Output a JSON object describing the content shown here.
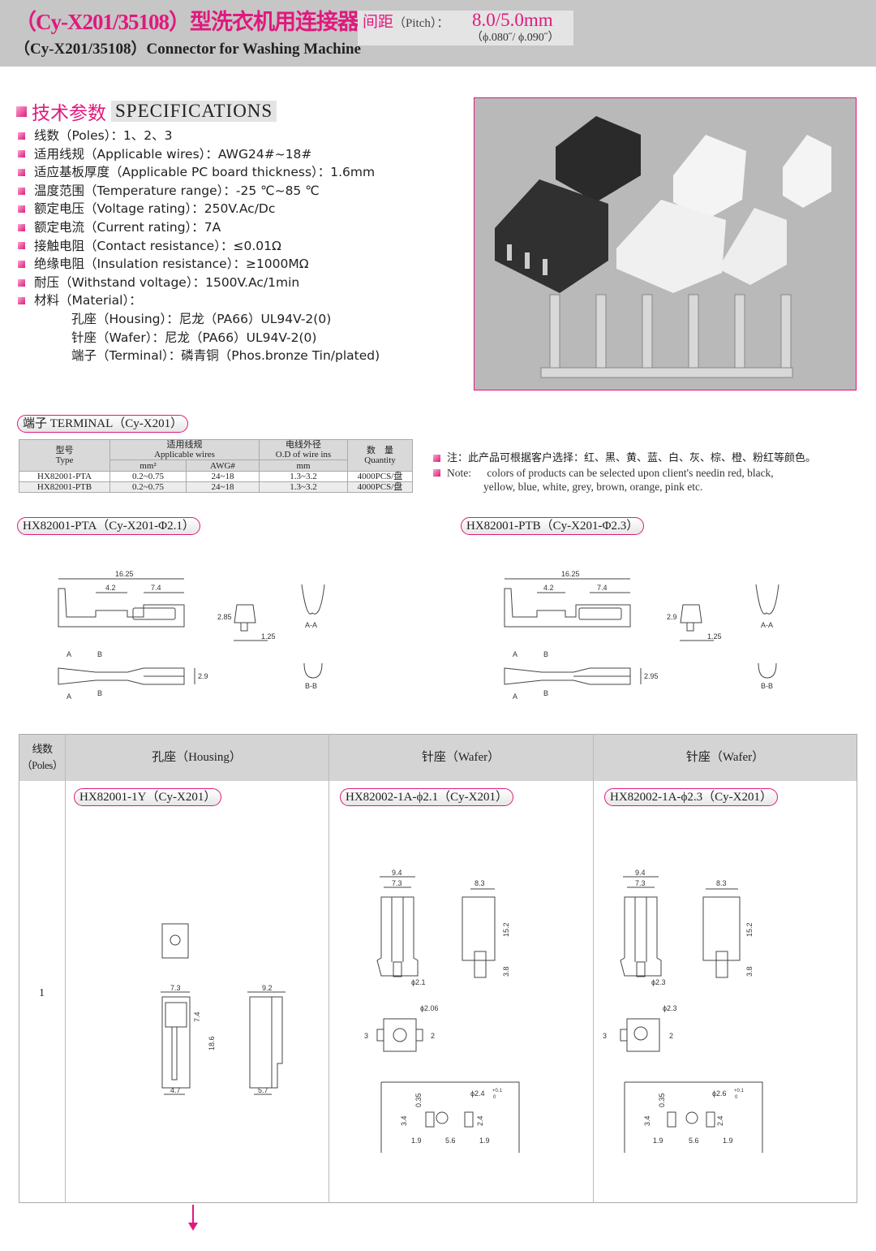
{
  "header": {
    "title_cn": "（Cy-X201/35108）型洗衣机用连接器",
    "title_en": "（Cy-X201/35108）Connector for Washing Machine",
    "pitch_label": "间距",
    "pitch_en": "（Pitch）：",
    "pitch_value": "8.0/5.0mm",
    "pitch_sub": "（ϕ.080˝/ ϕ.090˝）"
  },
  "specs": {
    "title_cn": "技术参数",
    "title_en": "SPECIFICATIONS",
    "items": [
      "线数（Poles）：1、2、3",
      "适用线规（Applicable wires）：AWG24#~18#",
      "适应基板厚度（Applicable PC board thickness）：1.6mm",
      "温度范围（Temperature range）：-25 ℃~85 ℃",
      "额定电压（Voltage rating）：250V.Ac/Dc",
      "额定电流（Current rating）：7A",
      "接触电阻（Contact resistance）：≤0.01Ω",
      "绝缘电阻（Insulation resistance）：≥1000MΩ",
      "耐压（Withstand voltage）：1500V.Ac/1min",
      "材料（Material）："
    ],
    "materials": [
      "孔座（Housing）：尼龙（PA66）UL94V-2(0)",
      "针座（Wafer）：尼龙（PA66）UL94V-2(0)",
      "端子（Terminal）：磷青铜（Phos.bronze Tin/plated)"
    ]
  },
  "terminal": {
    "section_label": "端子 TERMINAL（Cy-X201）",
    "headers": {
      "type_cn": "型号",
      "type_en": "Type",
      "wires_cn": "适用线规",
      "wires_en": "Applicable wires",
      "mm2": "mm²",
      "awg": "AWG#",
      "od_cn": "电线外径",
      "od_en": "O.D of wire ins",
      "od_unit": "mm",
      "qty_cn": "数　量",
      "qty_en": "Quantity"
    },
    "rows": [
      [
        "HX82001-PTA",
        "0.2~0.75",
        "24~18",
        "1.3~3.2",
        "4000PCS/盘"
      ],
      [
        "HX82001-PTB",
        "0.2~0.75",
        "24~18",
        "1.3~3.2",
        "4000PCS/盘"
      ]
    ]
  },
  "note": {
    "cn": "注：此产品可根据客户选择：红、黑、黄、蓝、白、灰、棕、橙、粉红等颜色。",
    "en_label": "Note:",
    "en_line1": "colors of  products can be selected upon client's needin red, black,",
    "en_line2": "yellow, blue, white, grey, brown, orange, pink  etc."
  },
  "drawings": {
    "pta": {
      "label": "HX82001-PTA（Cy-X201-Φ2.1）",
      "len": "16.25",
      "a": "4.2",
      "b": "7.4",
      "h": "2.85",
      "w": "1.25",
      "t": "2.9",
      "aa": "A-A",
      "bb": "B-B",
      "A": "A",
      "B": "B"
    },
    "ptb": {
      "label": "HX82001-PTB（Cy-X201-Φ2.3）",
      "len": "16.25",
      "a": "4.2",
      "b": "7.4",
      "h": "2.9",
      "w": "1.25",
      "t": "2.95",
      "aa": "A-A",
      "bb": "B-B",
      "A": "A",
      "B": "B"
    }
  },
  "grid": {
    "col_poles_cn": "线数",
    "col_poles_en": "（Poles）",
    "col_housing": "孔座（Housing）",
    "col_wafer1": "针座（Wafer）",
    "col_wafer2": "针座（Wafer）",
    "pole": "1",
    "housing": {
      "label": "HX82001-1Y（Cy-X201）",
      "w1": "7.3",
      "h1": "7.4",
      "h2": "18.6",
      "b1": "4.7",
      "w2": "9.2",
      "b2": "5.7"
    },
    "wafer1": {
      "label": "HX82002-1A-ϕ2.1（Cy-X201）",
      "w1": "9.4",
      "w2": "7.3",
      "w3": "8.3",
      "h1": "15.2",
      "h2": "3.8",
      "pin": "ϕ2.1",
      "hole": "ϕ2.06",
      "s1": "3",
      "s2": "2",
      "pcb": "ϕ2.4",
      "tol": "+0.1",
      "tol0": "0",
      "p1": "0.35",
      "p2": "3.4",
      "p3": "2.4",
      "d1": "1.9",
      "d2": "5.6",
      "d3": "1.9"
    },
    "wafer2": {
      "label": "HX82002-1A-ϕ2.3（Cy-X201）",
      "w1": "9.4",
      "w2": "7.3",
      "w3": "8.3",
      "h1": "15.2",
      "h2": "3.8",
      "pin": "ϕ2.3",
      "hole": "ϕ2.3",
      "s1": "3",
      "s2": "2",
      "pcb": "ϕ2.6",
      "tol": "+0.1",
      "tol0": "0",
      "p1": "0.35",
      "p2": "3.4",
      "p3": "2.4",
      "d1": "1.9",
      "d2": "5.6",
      "d3": "1.9"
    }
  },
  "colors": {
    "accent": "#e0197d",
    "header_bg": "#c6c6c6"
  }
}
